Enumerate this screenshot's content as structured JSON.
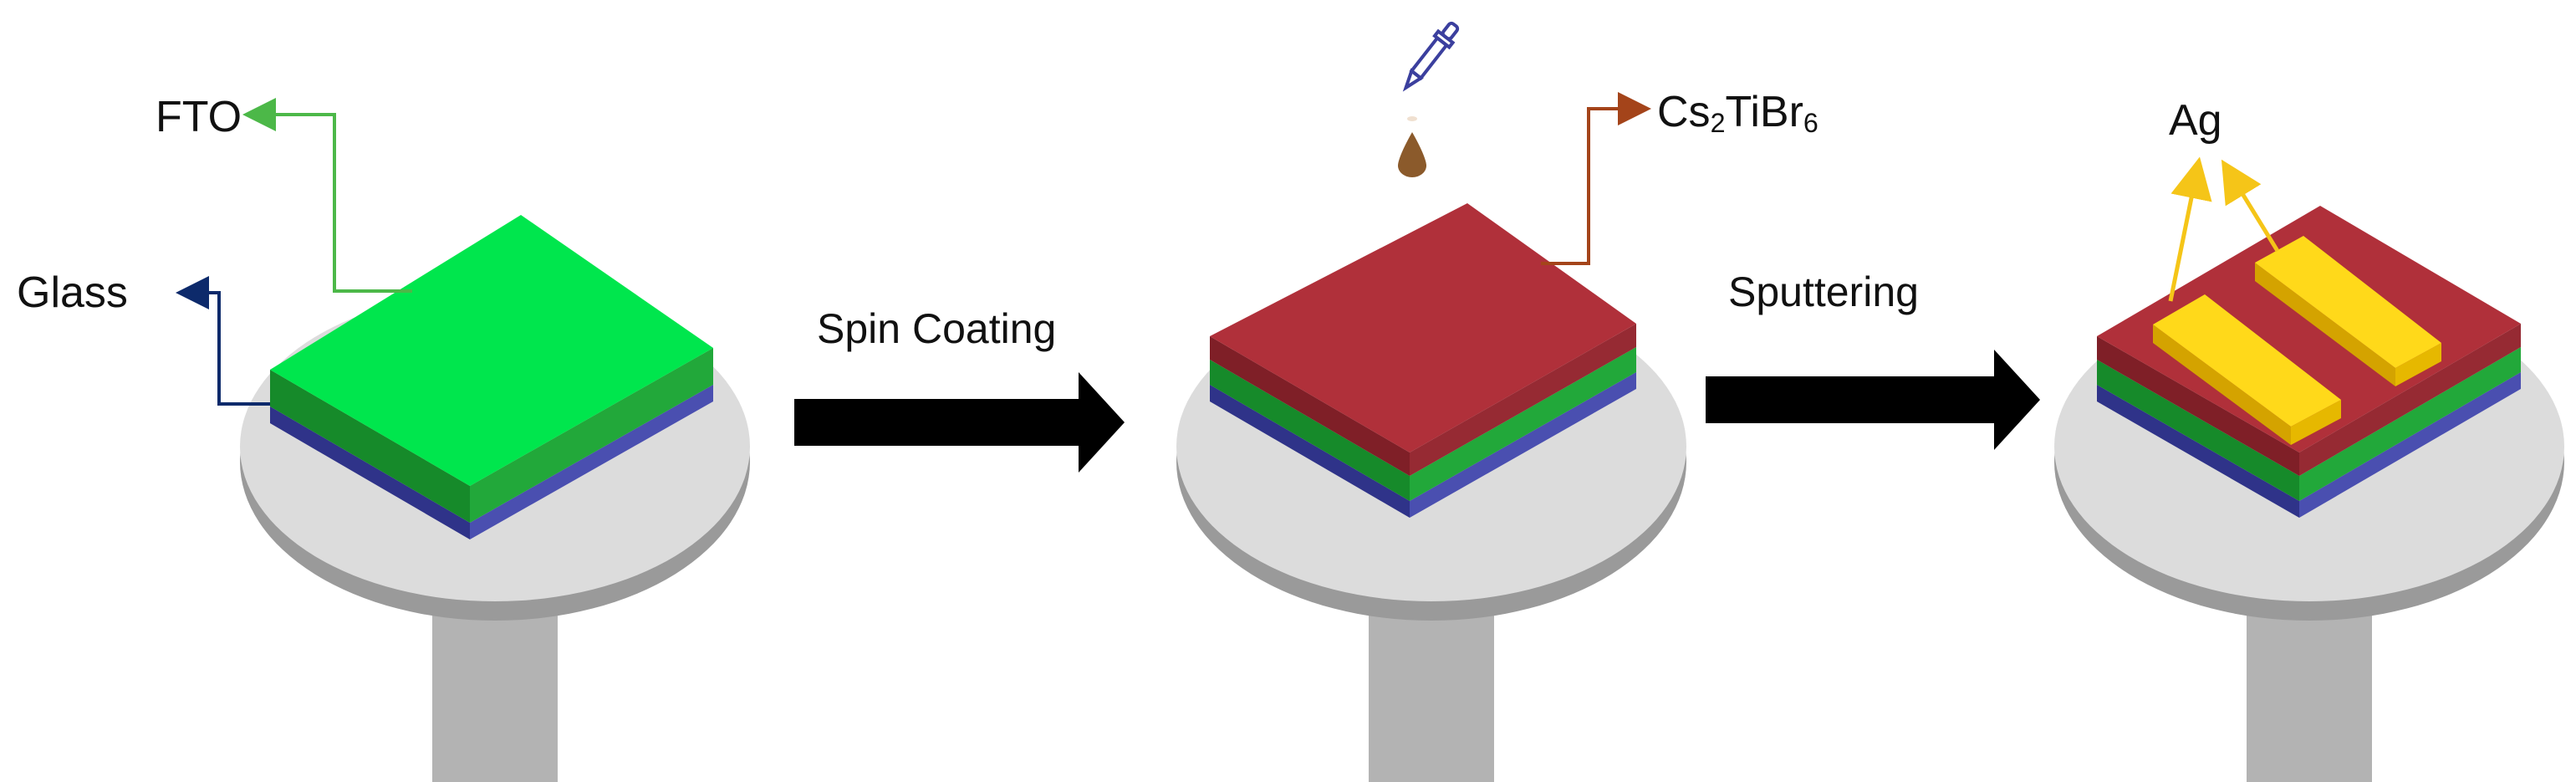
{
  "labels": {
    "glass": "Glass",
    "fto": "FTO",
    "spin_coating": "Spin Coating",
    "sputtering": "Sputtering",
    "ag": "Ag",
    "perovskite": {
      "part1": "Cs",
      "sub1": "2",
      "part2": "TiBr",
      "sub2": "6"
    }
  },
  "colors": {
    "glass_layer": "#3b3f9e",
    "fto_layer": "#00e64d",
    "fto_side": "#1a8f2e",
    "perovskite_layer": "#b0303a",
    "silver_contact": "#ffd91a",
    "stage_disk": "#dcdcdc",
    "stage_post": "#b3b3b3",
    "arrow": "#000000",
    "glass_callout": "#0d2a6b",
    "fto_callout": "#4cb848",
    "perovskite_callout": "#a4441a",
    "ag_callout": "#f5c518"
  },
  "icons": {
    "dropper": "dropper-icon",
    "droplet": "droplet-icon"
  }
}
